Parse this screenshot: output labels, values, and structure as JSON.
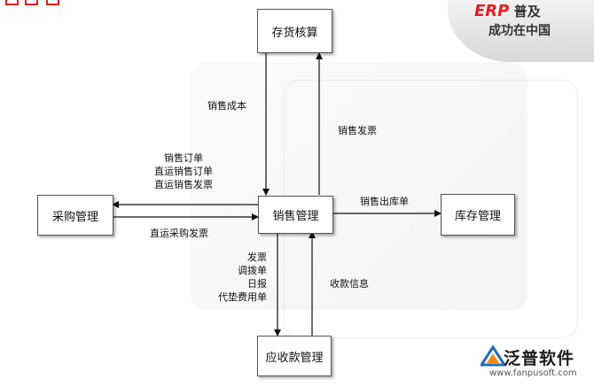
{
  "banner": {
    "erp": "ERP",
    "line1_rest": "普及",
    "line2": "成功在中国"
  },
  "nodes": {
    "inventory_accounting": "存货核算",
    "sales_management": "销售管理",
    "purchase_management": "采购管理",
    "stock_management": "库存管理",
    "receivables_management": "应收款管理"
  },
  "edges": {
    "sales_cost": "销售成本",
    "sales_invoice": "销售发票",
    "to_purchase": [
      "销售订单",
      "直运销售订单",
      "直运销售发票"
    ],
    "from_purchase": "直运采购发票",
    "to_stock": "销售出库单",
    "to_receivables": [
      "发票",
      "调拨单",
      "日报",
      "代垫费用单"
    ],
    "collection_info": "收款信息"
  },
  "logo": {
    "name": "泛普软件",
    "url": "www.fanpusoft.com"
  }
}
